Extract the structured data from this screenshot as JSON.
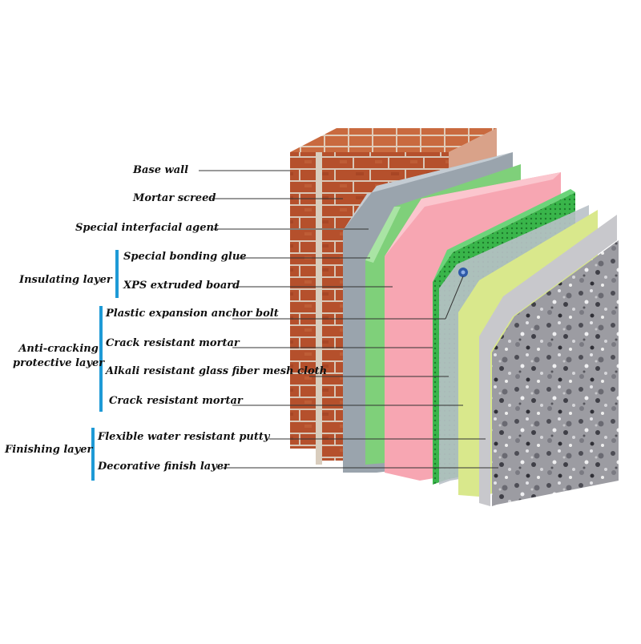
{
  "labels": {
    "base_wall": "Base wall",
    "mortar_screed": "Mortar screed",
    "special_interfacial_agent": "Special interfacial agent",
    "special_bonding_glue": "Special bonding glue",
    "xps_extruded_board": "XPS extruded board",
    "plastic_expansion_anchor_bolt": "Plastic expansion anchor bolt",
    "crack_resistant_mortar_1": "Crack resistant mortar",
    "alkali_resistant_mesh": "Alkali resistant glass fiber mesh cloth",
    "crack_resistant_mortar_2": "Crack resistant mortar",
    "flexible_water_resistant_putty": "Flexible water resistant putty",
    "decorative_finish_layer": "Decorative finish layer"
  },
  "groups": {
    "insulating_layer": "Insulating layer",
    "anti_cracking_line1": "Anti-cracking",
    "anti_cracking_line2": "protective layer",
    "finishing_layer": "Finishing layer"
  },
  "colors": {
    "brick": "#b5502c",
    "mortar": "#9aa3ab",
    "interfacial_green": "#7fd07a",
    "xps_pink": "#f7a6b2",
    "mesh_green": "#38b84a",
    "putty_yellow": "#d9e88c",
    "finish_gray": "#9a9aa0",
    "bracket_blue": "#1e9ad6"
  }
}
